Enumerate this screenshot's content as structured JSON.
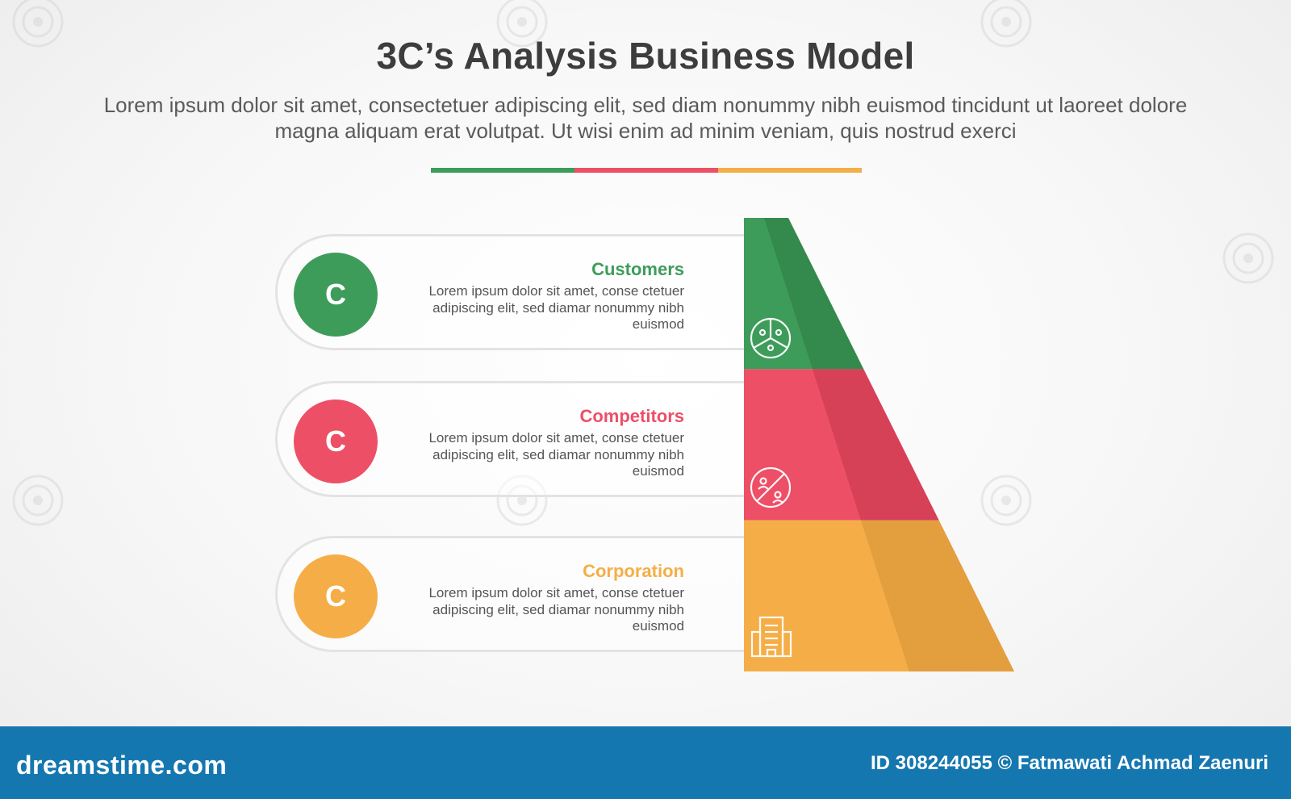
{
  "header": {
    "title": "3C’s Analysis Business Model",
    "subtitle": "Lorem ipsum dolor sit amet, consectetuer adipiscing elit, sed diam nonummy nibh euismod tincidunt ut laoreet dolore magna aliquam erat volutpat. Ut wisi enim ad minim veniam, quis nostrud exerci"
  },
  "colors": {
    "green": "#3e9c5a",
    "red": "#ed4f66",
    "orange": "#f5ae47"
  },
  "items": [
    {
      "badge": "C",
      "title": "Customers",
      "description": "Lorem ipsum dolor sit amet, conse ctetuer adipiscing elit, sed diamar nonummy nibh euismod",
      "color": "#3e9c5a",
      "dark": "#2f8046",
      "icon": "customer-group-icon"
    },
    {
      "badge": "C",
      "title": "Competitors",
      "description": "Lorem ipsum dolor sit amet, conse ctetuer adipiscing elit, sed diamar nonummy nibh euismod",
      "color": "#ed4f66",
      "dark": "#c93a51",
      "icon": "competitors-icon"
    },
    {
      "badge": "C",
      "title": "Corporation",
      "description": "Lorem ipsum dolor sit amet, conse ctetuer adipiscing elit, sed diamar nonummy nibh euismod",
      "color": "#f5ae47",
      "dark": "#d9953a",
      "icon": "building-icon"
    }
  ],
  "footer": {
    "brand": "dreamstime.com",
    "credit": "ID 308244055 © Fatmawati  Achmad Zaenuri"
  }
}
